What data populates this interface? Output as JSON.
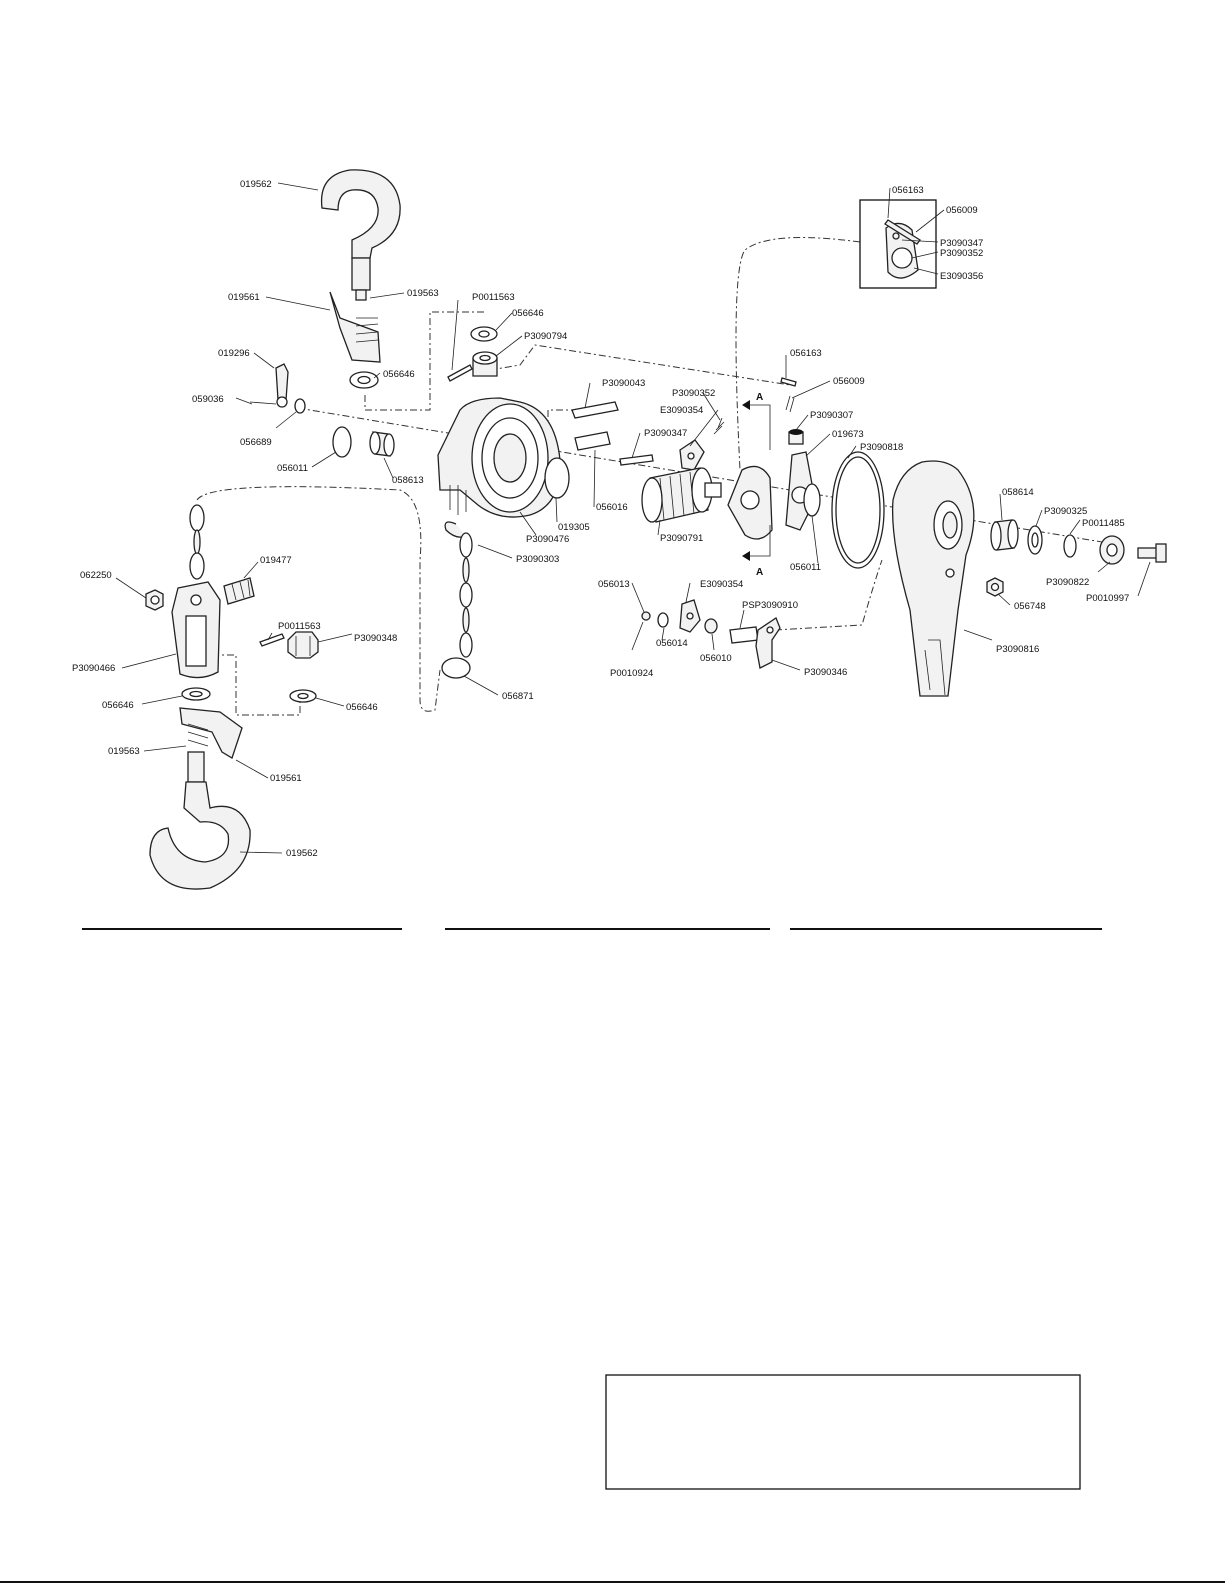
{
  "labels": {
    "hook_top": "019562",
    "latch_top": "019561",
    "spring_top": "019563",
    "pin_top": "P0011563",
    "washer_top_a": "056646",
    "nut_top": "P3090794",
    "washer_top_b": "056646",
    "pawl_lever": "019296",
    "cotter_left": "059036",
    "washer_left": "056689",
    "ring_left": "056011",
    "bushing_left": "058613",
    "shaft_a": "P3090043",
    "pawl_spring_a": "P3090352",
    "pawl_a": "E3090354",
    "pawl_pin_a": "P3090347",
    "body": "P3090476",
    "ring_mid": "019305",
    "sleeve": "056016",
    "gear": "P3090791",
    "chain_end": "P3090303",
    "chain": "056871",
    "swivel_pin": "019477",
    "nut_left": "062250",
    "block": "P3090466",
    "pin_bottom": "P0011563",
    "nut_bottom": "P3090348",
    "washer_bot_a": "056646",
    "washer_bot_b": "056646",
    "spring_bottom": "019563",
    "latch_bottom": "019561",
    "hook_bottom": "019562",
    "inset_a": "056163",
    "inset_b": "056009",
    "inset_c": "P3090347",
    "inset_d": "P3090352",
    "inset_e": "E3090356",
    "pin_r": "056163",
    "spring_r": "056009",
    "cap": "P3090307",
    "spring_plate": "019673",
    "ring_large": "P3090818",
    "ring_r": "056011",
    "washer_small": "056013",
    "pawl_b": "E3090354",
    "washer_b": "056014",
    "clip_small": "P0010924",
    "spring_small": "056010",
    "shaft_small": "PSP3090910",
    "lever_small": "P3090346",
    "bushing_r": "058614",
    "washer_r1": "P3090325",
    "washer_r2": "P0011485",
    "cap_r": "P3090822",
    "bolt": "P0010997",
    "nut_r": "056748",
    "handle": "P3090816",
    "section_top": "A",
    "section_bottom": "A"
  }
}
